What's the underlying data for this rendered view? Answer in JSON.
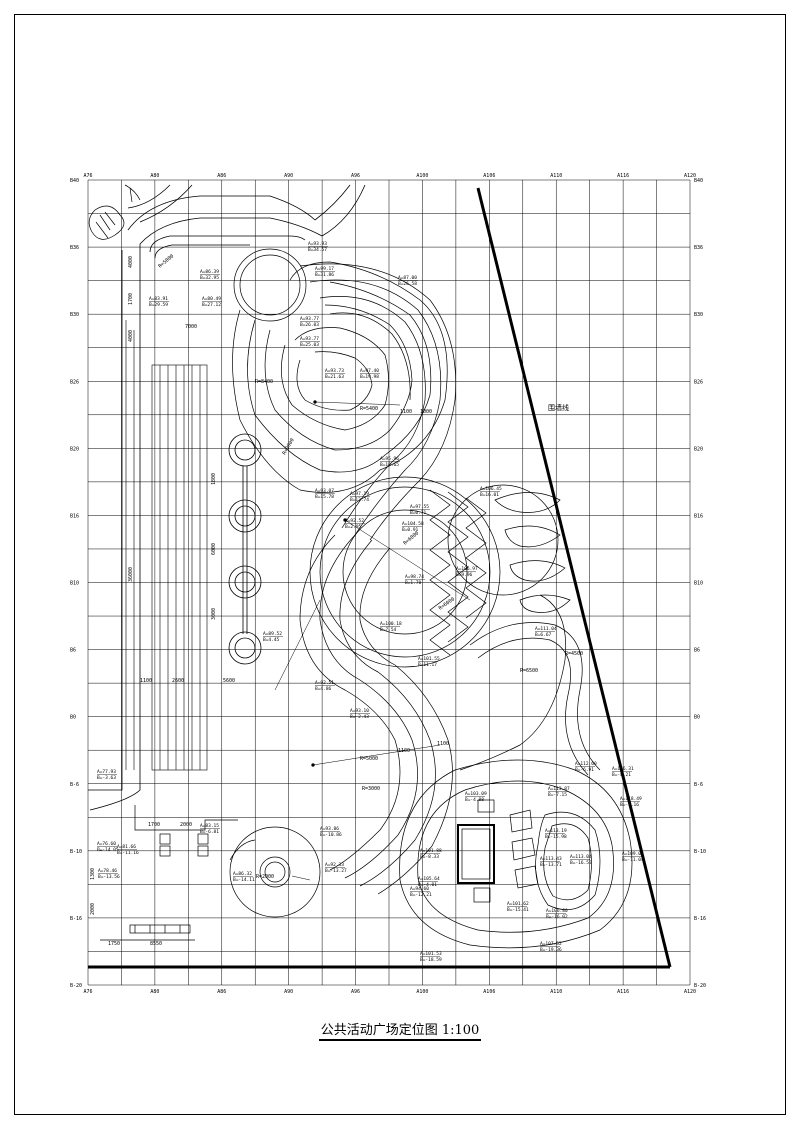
{
  "title": "公共活动广场定位图 1:100",
  "grid": {
    "top_labels": [
      "A76",
      "A80",
      "A86",
      "A90",
      "A96",
      "A100",
      "A106",
      "A110",
      "A116",
      "A120"
    ],
    "bottom_labels": [
      "A76",
      "A80",
      "A86",
      "A90",
      "A96",
      "A100",
      "A106",
      "A110",
      "A116",
      "A120"
    ],
    "left_labels": [
      "B40",
      "B36",
      "B30",
      "B26",
      "B20",
      "B16",
      "B10",
      "B6",
      "B0",
      "B-6",
      "B-10",
      "B-16",
      "B-20"
    ],
    "right_labels": [
      "B40",
      "B36",
      "B30",
      "B26",
      "B20",
      "B16",
      "B10",
      "B6",
      "B0",
      "B-6",
      "B-10",
      "B-16",
      "B-20"
    ]
  },
  "dimensions": {
    "d_4000_a": "4000",
    "d_1700_a": "1700",
    "d_4000_b": "4000",
    "d_7000": "7000",
    "d_36000": "36000",
    "d_1100": "1100",
    "d_2600": "2600",
    "d_1800": "1800",
    "d_6000": "6000",
    "d_3000": "3000",
    "d_5600": "5600",
    "d_1700_b": "1700",
    "d_2000": "2000",
    "d_1300": "1300",
    "d_2000_b": "2000",
    "d_1750": "1750",
    "d_8550": "8550",
    "d_1100_b": "1100",
    "d_1000_b": "1000",
    "d_1100_c": "1100",
    "d_1100_d": "1100"
  },
  "radii": {
    "r1": "R=5000",
    "r2": "R=8400",
    "r3": "R=5400",
    "r4": "R=9000",
    "r5": "R=6000",
    "r6": "R=6000",
    "r7": "R=5000",
    "r8": "R=3000",
    "r9": "R=6500",
    "r10": "R=4500",
    "r11": "R=2000"
  },
  "coords": {
    "c1": [
      "A=93.93",
      "B=34.57"
    ],
    "c2": [
      "A=99.17",
      "B=31.86"
    ],
    "c3": [
      "A=86.39",
      "B=32.95"
    ],
    "c4": [
      "A=83.91",
      "B=29.59"
    ],
    "c5": [
      "A=80.49",
      "B=27.12"
    ],
    "c6": [
      "A=87.00",
      "B=26.58"
    ],
    "c7": [
      "A=93.77",
      "B=26.03"
    ],
    "c8": [
      "A=93.77",
      "B=25.03"
    ],
    "c9": [
      "A=93.73",
      "B=21.63"
    ],
    "c10": [
      "A=97.40",
      "B=19.98"
    ],
    "c11": [
      "A=93.07",
      "B=15.78"
    ],
    "c12": [
      "A=106.45",
      "B=16.01"
    ],
    "c13": [
      "A=95.96",
      "B=16.65"
    ],
    "c14": [
      "A=97.19",
      "B=12.74"
    ],
    "c15": [
      "A=106.97",
      "B=9.96"
    ],
    "c16": [
      "A=92.52",
      "B=2.95"
    ],
    "c17": [
      "A=97.55",
      "B=0.71"
    ],
    "c18": [
      "A=98.74",
      "B=1.70"
    ],
    "c19": [
      "A=104.58",
      "B=0.91"
    ],
    "c20": [
      "A=111.04",
      "B=6.67"
    ],
    "c21": [
      "A=89.52",
      "B=4.45"
    ],
    "c22": [
      "A=100.18",
      "B=7.54"
    ],
    "c23": [
      "A=101.55",
      "B=11.17"
    ],
    "c24": [
      "A=92.51",
      "B=4.86"
    ],
    "c25": [
      "A=93.10",
      "B=-2.43"
    ],
    "c26": [
      "A=77.93",
      "B=-3.63"
    ],
    "c27": [
      "A=83.15",
      "B=-6.81"
    ],
    "c28": [
      "A=93.86",
      "B=-10.86"
    ],
    "c29": [
      "A=101.88",
      "B=-8.33"
    ],
    "c30": [
      "A=105.64",
      "B=-4.01"
    ],
    "c31": [
      "A=112.60",
      "B=-6.91"
    ],
    "c32": [
      "A=113.87",
      "B=-7.15"
    ],
    "c33": [
      "A=116.31",
      "B=-8.21"
    ],
    "c34": [
      "A=118.49",
      "B=-9.16"
    ],
    "c35": [
      "A=109.06",
      "B=-11.04"
    ],
    "c36": [
      "A=81.66",
      "B=-11.16"
    ],
    "c37": [
      "A=86.32",
      "B=-14.11"
    ],
    "c38": [
      "A=92.33",
      "B=-13.27"
    ],
    "c39": [
      "A=94.60",
      "B=-12.21"
    ],
    "c40": [
      "A=101.62",
      "B=-15.41"
    ],
    "c41": [
      "A=106.80",
      "B=-16.02"
    ],
    "c42": [
      "A=113.04",
      "B=-16.52"
    ],
    "c43": [
      "A=113.43",
      "B=-13.71"
    ],
    "c44": [
      "A=101.53",
      "B=-18.59"
    ],
    "c45": [
      "A=107.52",
      "B=-19.36"
    ],
    "c46": [
      "A=113.19",
      "B=-15.98"
    ],
    "c47": [
      "A=78.46",
      "B=-13.56"
    ],
    "c48": [
      "A=76.60",
      "B=-14.05"
    ],
    "c49": [
      "A=103.09",
      "B=-4.88"
    ]
  },
  "labels": {
    "boundary": "围墙线"
  }
}
